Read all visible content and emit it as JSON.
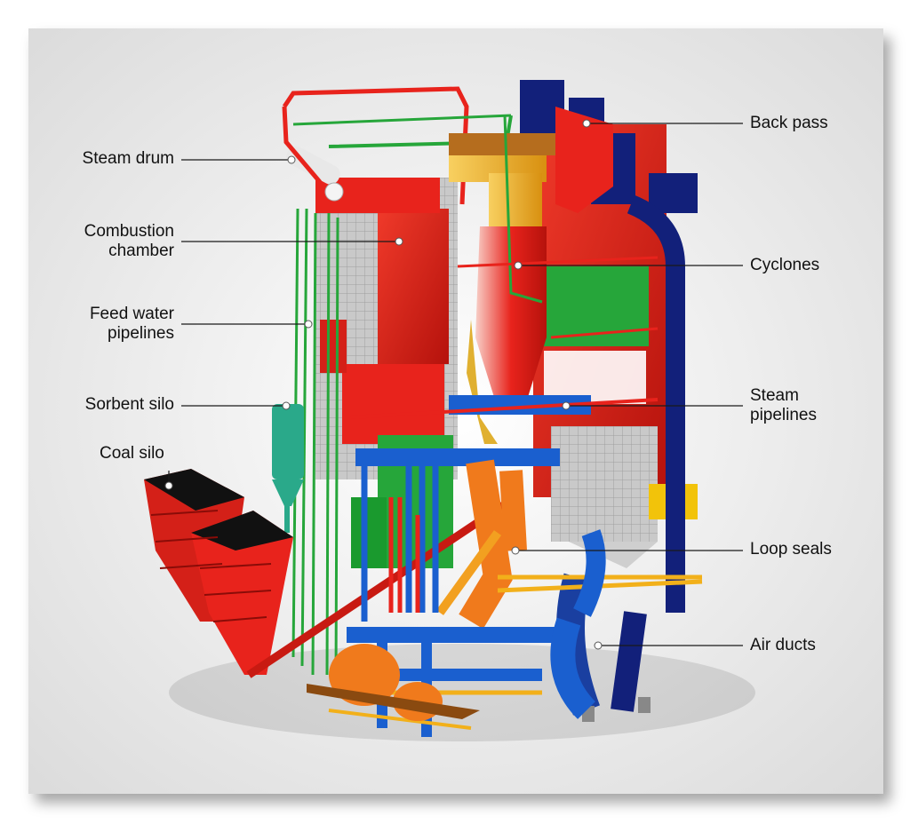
{
  "labels": {
    "steam_drum": "Steam drum",
    "combustion_chamber": [
      "Combustion",
      "chamber"
    ],
    "feed_water_pipelines": [
      "Feed water",
      "pipelines"
    ],
    "sorbent_silo": "Sorbent silo",
    "coal_silo": "Coal silo",
    "back_pass": "Back pass",
    "cyclones": "Cyclones",
    "steam_pipelines": [
      "Steam",
      "pipelines"
    ],
    "loop_seals": "Loop seals",
    "air_ducts": "Air ducts"
  },
  "colors": {
    "red": "#e8231c",
    "dark_red": "#a9120c",
    "green": "#26a63a",
    "blue": "#1a5fcf",
    "navy": "#12207a",
    "orange": "#f07a1c",
    "yellow": "#f2b01a",
    "teal": "#2aa98a",
    "grey": "#bdbdbd"
  }
}
